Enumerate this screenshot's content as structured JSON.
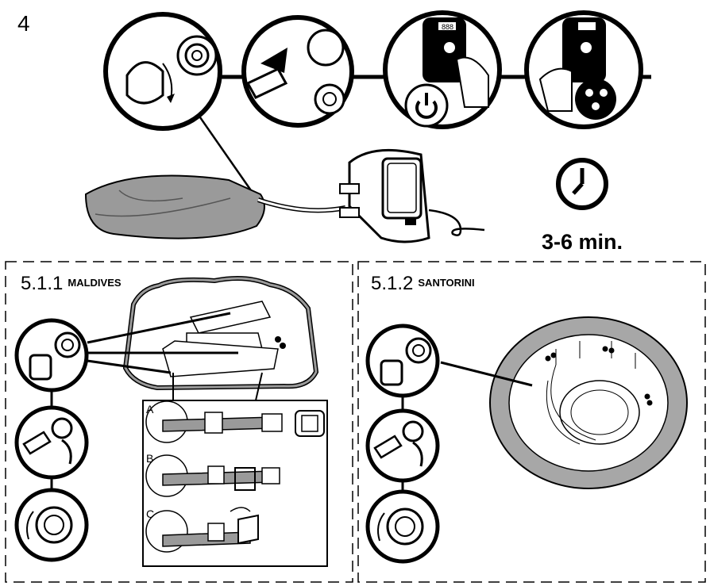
{
  "step": {
    "number": "4",
    "duration": "3-6 min."
  },
  "section_left": {
    "number": "5.1.1",
    "name": "MALDIVES"
  },
  "section_right": {
    "number": "5.1.2",
    "name": "SANTORINI"
  },
  "strap_panels": [
    "A",
    "B",
    "C"
  ],
  "control_panel_display": "888",
  "icons": [
    "power-icon",
    "clock-icon",
    "three-jet-button-icon",
    "arrow-icon"
  ],
  "colors": {
    "line": "#000000",
    "spa_fill": "#9a9a9a",
    "spa_rim": "#a7a7a7",
    "light_gray": "#d9d9d9"
  }
}
